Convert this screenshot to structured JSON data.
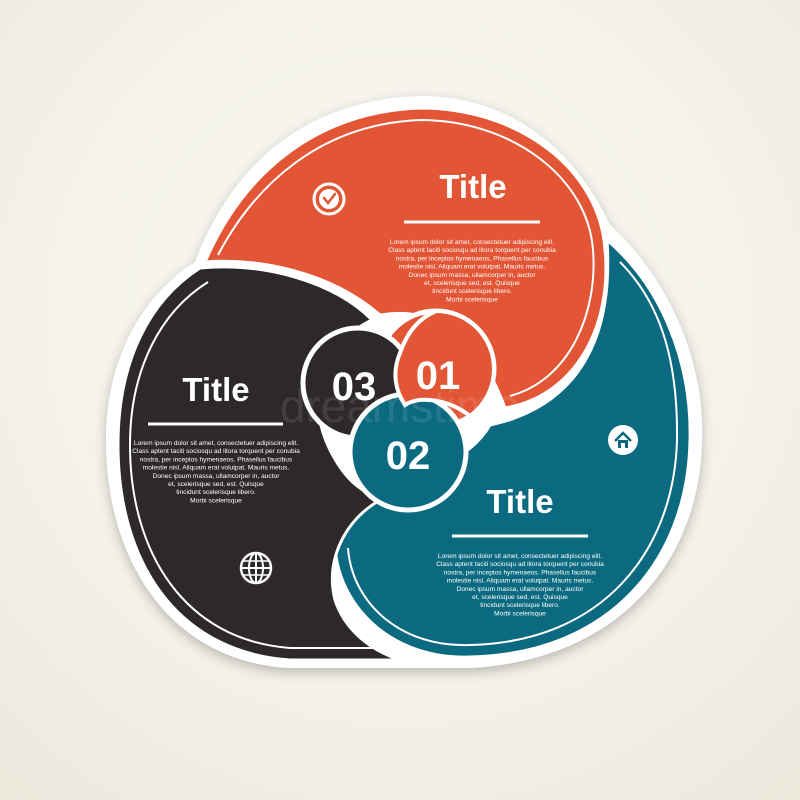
{
  "watermark": "dreamstime",
  "colors": {
    "orange": "#e25535",
    "teal": "#0c6a80",
    "dark": "#2c2928",
    "outline": "#ffffff",
    "background": "#f3f1e8"
  },
  "segments": [
    {
      "number": "01",
      "title": "Title",
      "icon": "clock-icon",
      "text_lines": [
        "Lorem ipsum dolor sit amet, consectetuer adipiscing elit.",
        "Class aptent taciti sociosqu ad litora torquent per conubia",
        "nostra, per inceptos hymenaeos. Phasellus faucibus",
        "molestie nisl. Aliquam erat volutpat. Mauris metus.",
        "Donec ipsum massa, ullamcorper in, auctor",
        "et, scelerisque sed, est. Quisque",
        "tincidunt scelerisque libero.",
        "Morbi scelerisque"
      ]
    },
    {
      "number": "02",
      "title": "Title",
      "icon": "home-icon",
      "text_lines": [
        "Lorem ipsum dolor sit amet, consectetuer adipiscing elit.",
        "Class aptent taciti sociosqu ad litora torquent per conubia",
        "nostra, per inceptos hymenaeos. Phasellus faucibus",
        "molestie nisl. Aliquam erat volutpat. Mauris metus.",
        "Donec ipsum massa, ullamcorper in, auctor",
        "et, scelerisque sed, est. Quisque",
        "tincidunt scelerisque libero.",
        "Morbi scelerisque"
      ]
    },
    {
      "number": "03",
      "title": "Title",
      "icon": "globe-icon",
      "text_lines": [
        "Lorem ipsum dolor sit amet, consectetuer adipiscing elit.",
        "Class aptent taciti sociosqu ad litora torquent per conubia",
        "nostra, per inceptos hymenaeos. Phasellus faucibus",
        "molestie nisl. Aliquam erat volutpat. Mauris metus.",
        "Donec ipsum massa, ullamcorper in, auctor",
        "et, scelerisque sed, est. Quisque",
        "tincidunt scelerisque libero.",
        "Morbi scelerisque"
      ]
    }
  ]
}
